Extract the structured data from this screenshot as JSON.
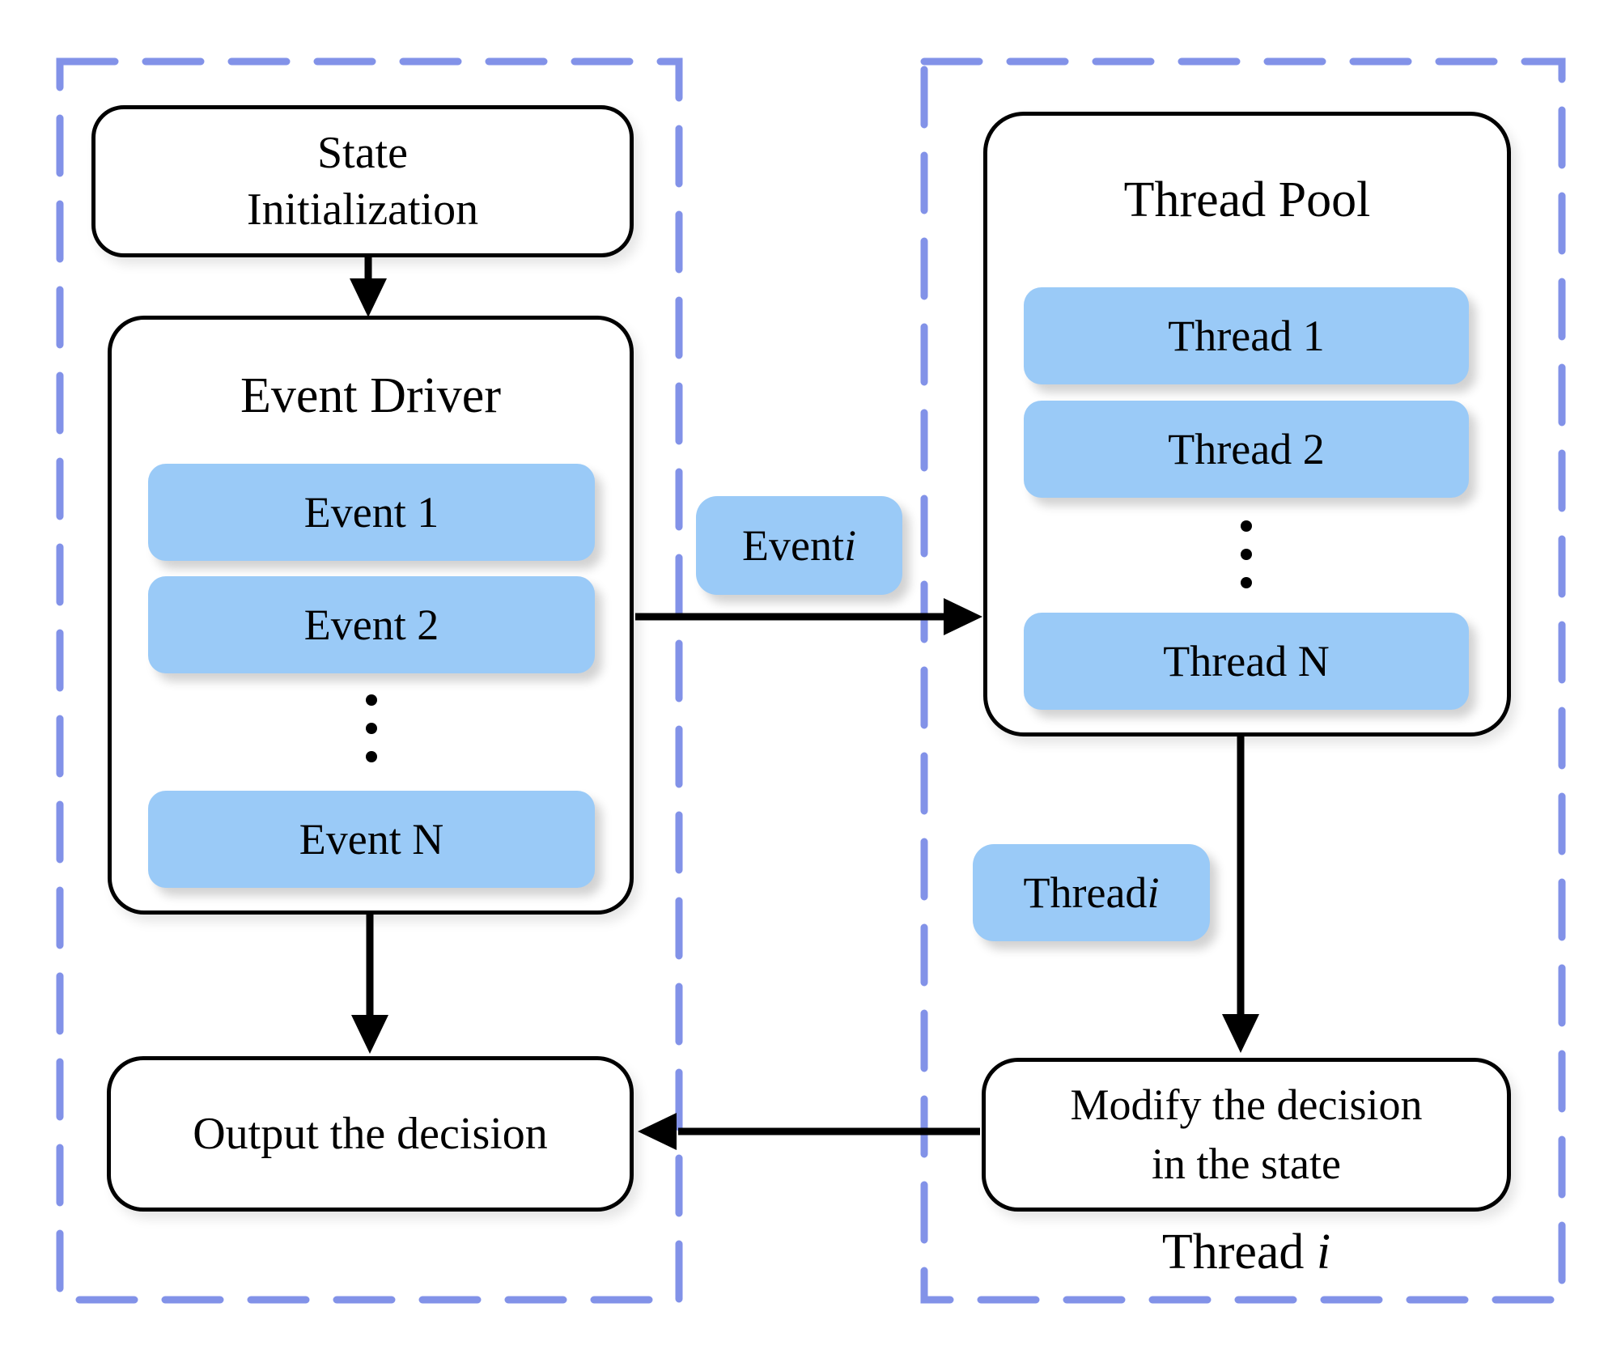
{
  "left_panel": {
    "state_box": {
      "line1": "State",
      "line2": "Initialization"
    },
    "event_driver": {
      "title": "Event Driver",
      "events": [
        "Event 1",
        "Event 2",
        "Event N"
      ]
    },
    "output_box": {
      "label": "Output the decision"
    }
  },
  "connectors": {
    "event_i_label": {
      "prefix": "Event ",
      "var": "i"
    },
    "thread_i_label": {
      "prefix": "Thread ",
      "var": "i"
    }
  },
  "right_panel": {
    "thread_pool": {
      "title": "Thread Pool",
      "threads": [
        "Thread 1",
        "Thread 2",
        "Thread N"
      ]
    },
    "modify_box": {
      "line1": "Modify the decision",
      "line2": "in the state"
    },
    "caption": {
      "prefix": "Thread ",
      "var": "i"
    }
  },
  "colors": {
    "fill_blue": "#9ACAF7",
    "dash_border": "#8292E8",
    "stroke": "#000000"
  }
}
